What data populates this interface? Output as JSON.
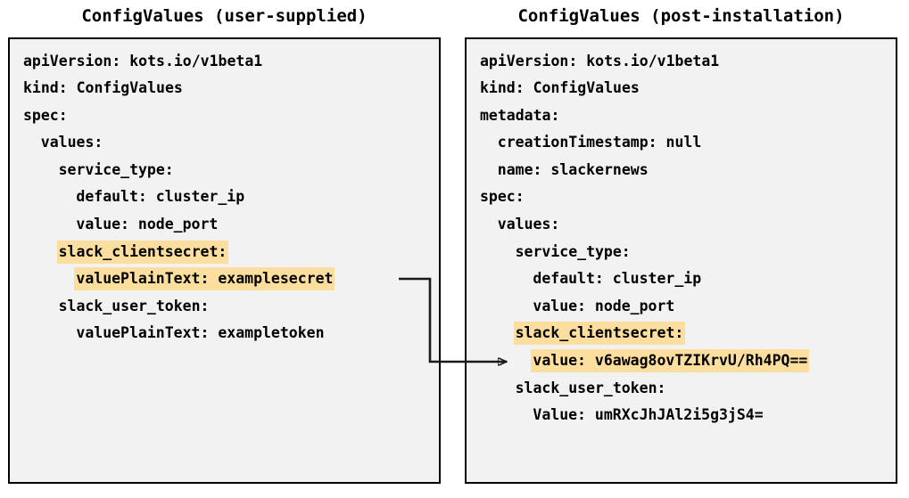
{
  "colors": {
    "highlight": "#fcdf9e",
    "panel_background": "#f2f2f2",
    "border": "#000000",
    "text": "#000000",
    "connector": "#1a1a1a",
    "page_background": "#ffffff"
  },
  "panels": {
    "left": {
      "title": "ConfigValues (user-supplied)",
      "lines": [
        {
          "text": "apiVersion: kots.io/v1beta1",
          "indent": 0,
          "highlight": false
        },
        {
          "text": "kind: ConfigValues",
          "indent": 0,
          "highlight": false
        },
        {
          "text": "spec:",
          "indent": 0,
          "highlight": false
        },
        {
          "text": "values:",
          "indent": 1,
          "highlight": false
        },
        {
          "text": "service_type:",
          "indent": 2,
          "highlight": false
        },
        {
          "text": "default: cluster_ip",
          "indent": 3,
          "highlight": false
        },
        {
          "text": "value: node_port",
          "indent": 3,
          "highlight": false
        },
        {
          "text": "slack_clientsecret:",
          "indent": 2,
          "highlight": true
        },
        {
          "text": "valuePlainText: examplesecret",
          "indent": 3,
          "highlight": true
        },
        {
          "text": "slack_user_token:",
          "indent": 2,
          "highlight": false
        },
        {
          "text": "valuePlainText: exampletoken",
          "indent": 3,
          "highlight": false
        }
      ]
    },
    "right": {
      "title": "ConfigValues (post-installation)",
      "lines": [
        {
          "text": "apiVersion: kots.io/v1beta1",
          "indent": 0,
          "highlight": false
        },
        {
          "text": "kind: ConfigValues",
          "indent": 0,
          "highlight": false
        },
        {
          "text": "metadata:",
          "indent": 0,
          "highlight": false
        },
        {
          "text": "creationTimestamp: null",
          "indent": 1,
          "highlight": false
        },
        {
          "text": "name: slackernews",
          "indent": 1,
          "highlight": false
        },
        {
          "text": "spec:",
          "indent": 0,
          "highlight": false
        },
        {
          "text": "values:",
          "indent": 1,
          "highlight": false
        },
        {
          "text": "service_type:",
          "indent": 2,
          "highlight": false
        },
        {
          "text": "default: cluster_ip",
          "indent": 3,
          "highlight": false
        },
        {
          "text": "value: node_port",
          "indent": 3,
          "highlight": false
        },
        {
          "text": "slack_clientsecret:",
          "indent": 2,
          "highlight": true
        },
        {
          "text": "value: v6awag8ovTZIKrvU/Rh4PQ==",
          "indent": 3,
          "highlight": true
        },
        {
          "text": "slack_user_token:",
          "indent": 2,
          "highlight": false
        },
        {
          "text": "Value: umRXcJhJAl2i5g3jS4=",
          "indent": 3,
          "highlight": false
        }
      ]
    }
  },
  "connector": {
    "label": "encryption-flow-arrow",
    "from": "left.valuePlainText: examplesecret",
    "to": "right.value: v6awag8ovTZIKrvU/Rh4PQ=="
  }
}
